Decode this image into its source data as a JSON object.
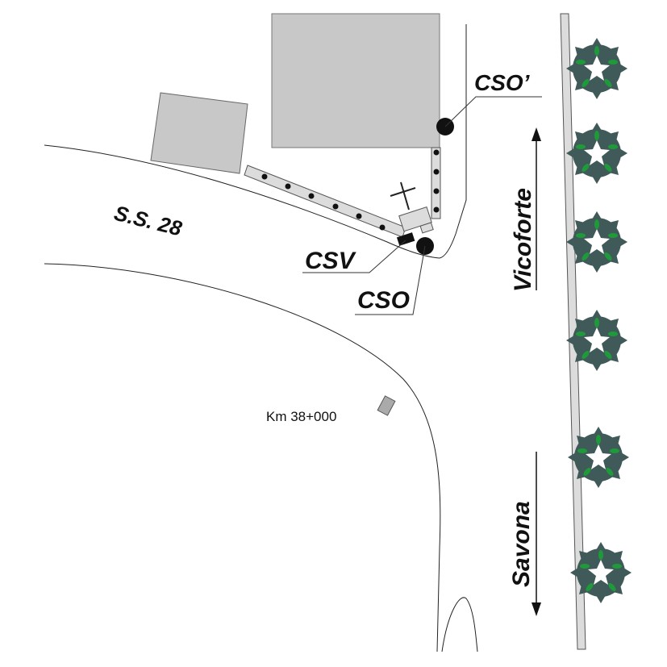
{
  "labels": {
    "cso_prime": "CSO’",
    "csv": "CSV",
    "cso": "CSO",
    "road": "S.S. 28",
    "km_marker": "Km 38+000",
    "direction_north": "Vicoforte",
    "direction_south": "Savona"
  },
  "colors": {
    "building": "#c8c8c8",
    "pipe": "#dcdcdc",
    "tree": "#3f5a58",
    "tree_accent": "#1f9a3a"
  },
  "tree_count": 6
}
